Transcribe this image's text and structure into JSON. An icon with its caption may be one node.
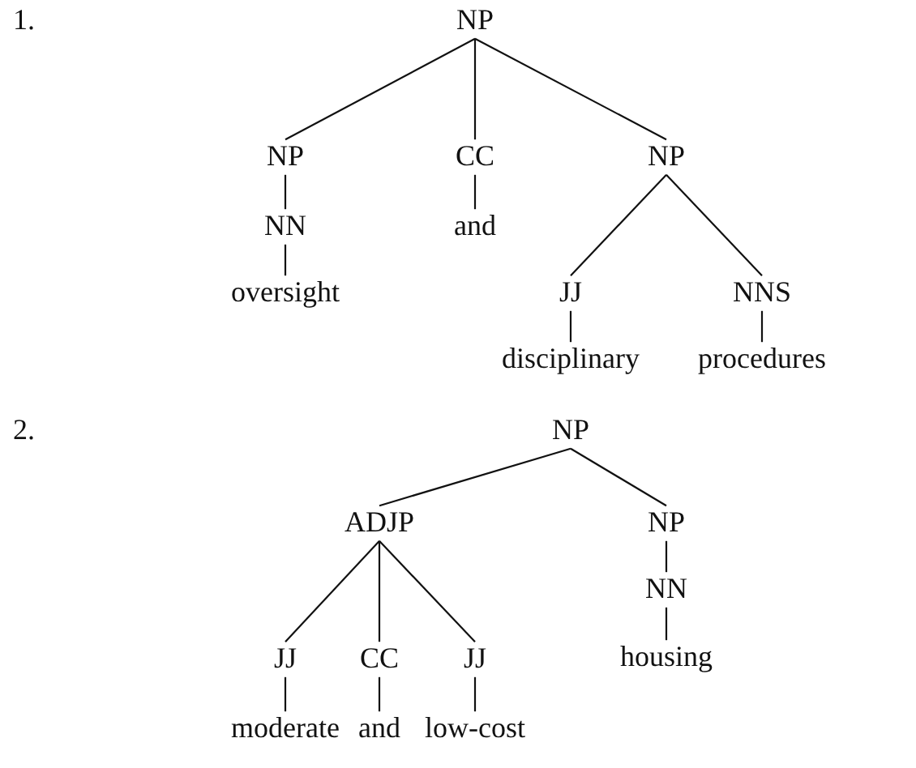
{
  "diagram": {
    "nodes": [
      {
        "text": [
          "NP"
        ]
      },
      {
        "text": [
          "NP"
        ]
      },
      {
        "text": [
          "CC"
        ]
      },
      {
        "text": [
          "NP"
        ]
      },
      {
        "text": [
          "NN"
        ]
      },
      {
        "text": [
          "and"
        ]
      },
      {
        "text": [
          "oversight"
        ]
      },
      {
        "text": [
          "JJ"
        ]
      },
      {
        "text": [
          "NNS"
        ]
      },
      {
        "text": [
          "disciplinary"
        ]
      },
      {
        "text": [
          "procedures"
        ]
      },
      {
        "text": [
          "NP"
        ]
      },
      {
        "text": [
          "ADJP"
        ]
      },
      {
        "text": [
          "NP"
        ]
      },
      {
        "text": [
          "NN"
        ]
      },
      {
        "text": [
          "JJ"
        ]
      },
      {
        "text": [
          "CC"
        ]
      },
      {
        "text": [
          "JJ"
        ]
      },
      {
        "text": [
          "housing"
        ]
      },
      {
        "text": [
          "moderate"
        ]
      },
      {
        "text": [
          "and"
        ]
      },
      {
        "text": [
          "low-cost"
        ]
      }
    ],
    "edges": [
      {
        "from": 0,
        "to": 1,
        "arrow": "none"
      },
      {
        "from": 0,
        "to": 2,
        "arrow": "none"
      },
      {
        "from": 0,
        "to": 3,
        "arrow": "none"
      },
      {
        "from": 1,
        "to": 4,
        "arrow": "none"
      },
      {
        "from": 2,
        "to": 5,
        "arrow": "none"
      },
      {
        "from": 4,
        "to": 6,
        "arrow": "none"
      },
      {
        "from": 3,
        "to": 7,
        "arrow": "none"
      },
      {
        "from": 3,
        "to": 8,
        "arrow": "none"
      },
      {
        "from": 7,
        "to": 9,
        "arrow": "none"
      },
      {
        "from": 8,
        "to": 10,
        "arrow": "none"
      },
      {
        "from": 11,
        "to": 12,
        "arrow": "none"
      },
      {
        "from": 11,
        "to": 13,
        "arrow": "none"
      },
      {
        "from": 13,
        "to": 14,
        "arrow": "none"
      },
      {
        "from": 12,
        "to": 15,
        "arrow": "none"
      },
      {
        "from": 12,
        "to": 16,
        "arrow": "none"
      },
      {
        "from": 12,
        "to": 17,
        "arrow": "none"
      },
      {
        "from": 14,
        "to": 18,
        "arrow": "none"
      },
      {
        "from": 15,
        "to": 19,
        "arrow": "none"
      },
      {
        "from": 16,
        "to": 20,
        "arrow": "none"
      },
      {
        "from": 17,
        "to": 21,
        "arrow": "none"
      }
    ],
    "labels": [
      "1.",
      "2."
    ]
  }
}
